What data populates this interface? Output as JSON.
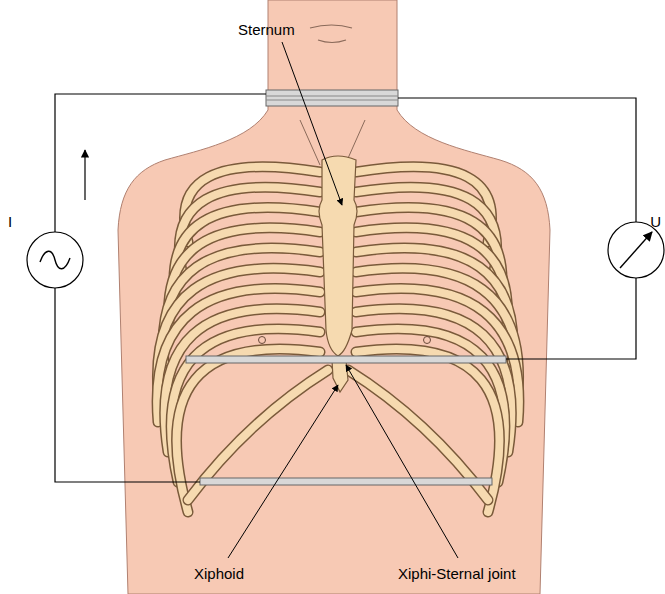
{
  "diagram": {
    "labels": [
      "Sternum",
      "I",
      "U",
      "Xiphoid",
      "Xiphi-Sternal joint"
    ]
  }
}
